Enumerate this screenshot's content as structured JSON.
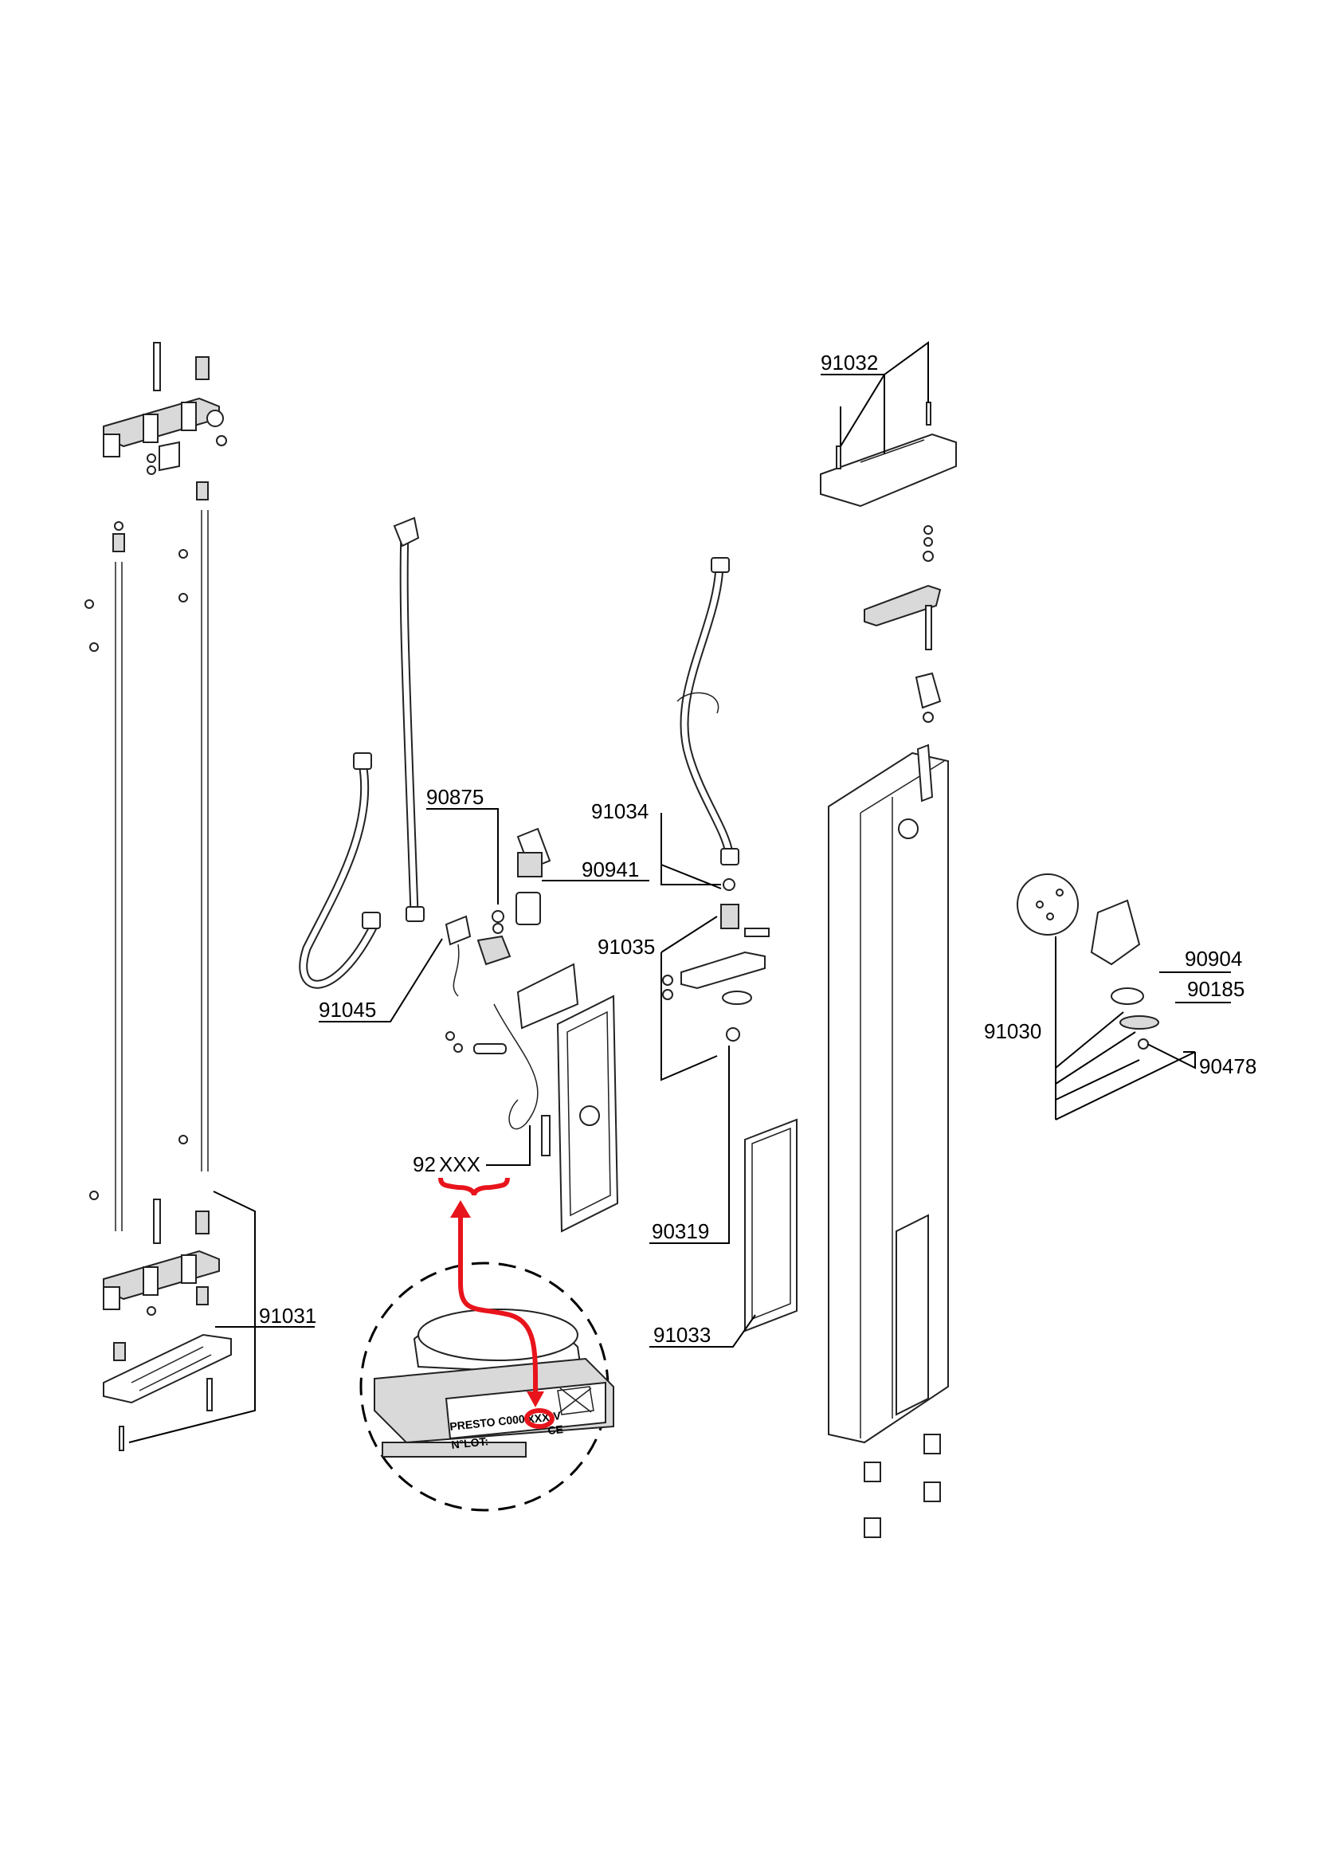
{
  "labels": {
    "l91032": "91032",
    "l90875": "90875",
    "l90941": "90941",
    "l91034": "91034",
    "l91035": "91035",
    "l91045": "91045",
    "l92": "92",
    "lXXX": "XXX",
    "l90319": "90319",
    "l91033": "91033",
    "l91031": "91031",
    "l91030": "91030",
    "l90904": "90904",
    "l90185": "90185",
    "l90478": "90478"
  },
  "detail_plate": {
    "line1": "PRESTO C000",
    "code": "XXX",
    "suffix": "V",
    "line2": "N°LOT:",
    "ce": "CE"
  },
  "colors": {
    "highlight": "#e8141c",
    "line": "#000000",
    "part_fill": "#d9d9d9"
  }
}
